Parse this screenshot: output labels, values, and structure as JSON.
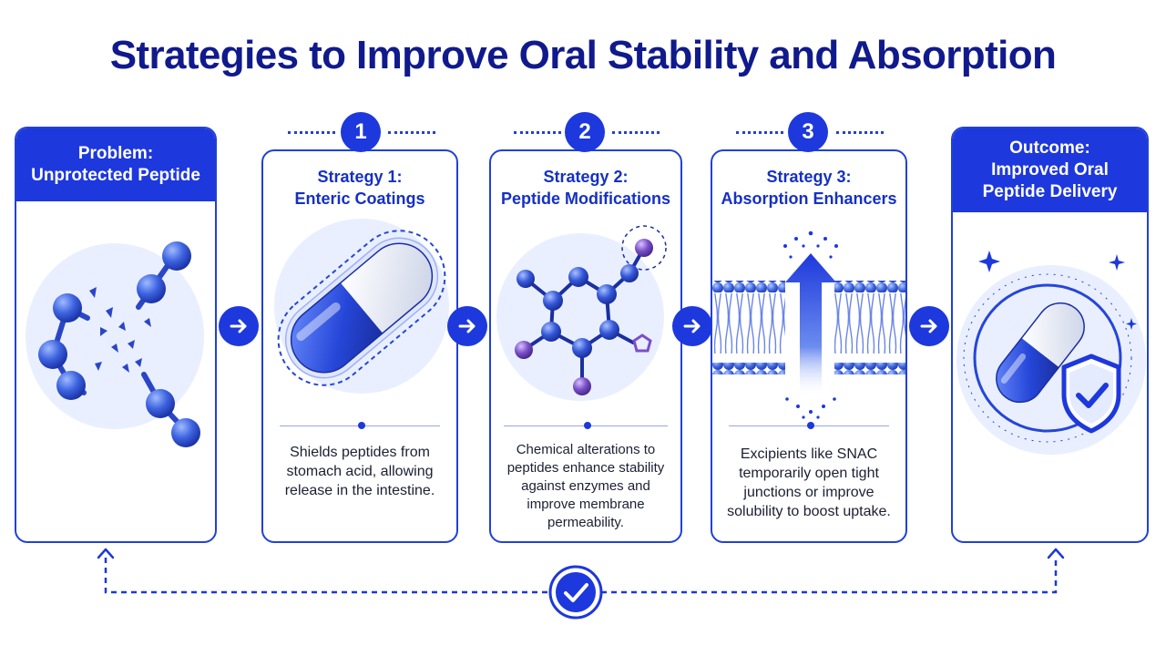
{
  "title": "Strategies to Improve Oral Stability and Absorption",
  "problem": {
    "header_line1": "Problem:",
    "header_line2": "Unprotected Peptide"
  },
  "strategies": [
    {
      "number": "1",
      "title_line1": "Strategy 1:",
      "title_line2": "Enteric Coatings",
      "desc_lines": [
        "Shields peptides from",
        "stomach acid, allowing",
        "release in the intestine."
      ]
    },
    {
      "number": "2",
      "title_line1": "Strategy 2:",
      "title_line2": "Peptide Modifications",
      "desc_lines": [
        "Chemical alterations to",
        "peptides enhance stability",
        "against enzymes and",
        "improve membrane",
        "permeability."
      ]
    },
    {
      "number": "3",
      "title_line1": "Strategy 3:",
      "title_line2": "Absorption Enhancers",
      "desc_lines": [
        "Excipients like SNAC",
        "temporarily open tight",
        "junctions or improve",
        "solubility to boost uptake."
      ]
    }
  ],
  "outcome": {
    "header_line1": "Outcome:",
    "header_line2": "Improved Oral",
    "header_line3": "Peptide Delivery"
  },
  "icons": {
    "flow_arrow": "arrow-right-icon",
    "loop_check": "check-circle-icon",
    "capsule": "capsule-icon",
    "molecule": "molecule-icon",
    "membrane": "membrane-icon",
    "shield": "shield-check-icon"
  },
  "colors": {
    "primary": "#1d38dc",
    "title": "#101a8c",
    "accent_purple": "#7b4fc9",
    "bubble": "#e9efff"
  }
}
